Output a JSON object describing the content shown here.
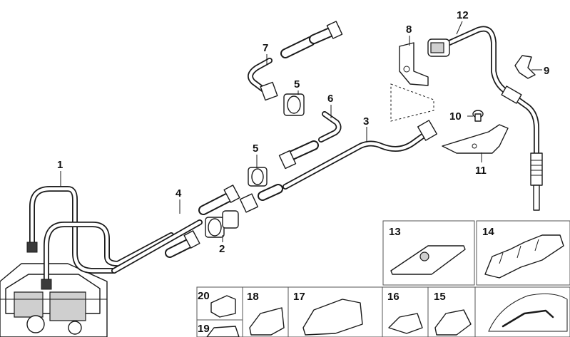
{
  "callouts": [
    {
      "id": "1",
      "text": "1"
    },
    {
      "id": "2",
      "text": "2"
    },
    {
      "id": "3",
      "text": "3"
    },
    {
      "id": "4",
      "text": "4"
    },
    {
      "id": "5a",
      "text": "5"
    },
    {
      "id": "5b",
      "text": "5"
    },
    {
      "id": "6",
      "text": "6"
    },
    {
      "id": "7",
      "text": "7"
    },
    {
      "id": "8",
      "text": "8"
    },
    {
      "id": "9",
      "text": "9"
    },
    {
      "id": "10",
      "text": "10"
    },
    {
      "id": "11",
      "text": "11"
    },
    {
      "id": "12",
      "text": "12"
    },
    {
      "id": "13",
      "text": "13"
    },
    {
      "id": "14",
      "text": "14"
    },
    {
      "id": "15",
      "text": "15"
    },
    {
      "id": "16",
      "text": "16"
    },
    {
      "id": "17",
      "text": "17"
    },
    {
      "id": "18",
      "text": "18"
    },
    {
      "id": "19",
      "text": "19"
    },
    {
      "id": "20",
      "text": "20"
    }
  ]
}
